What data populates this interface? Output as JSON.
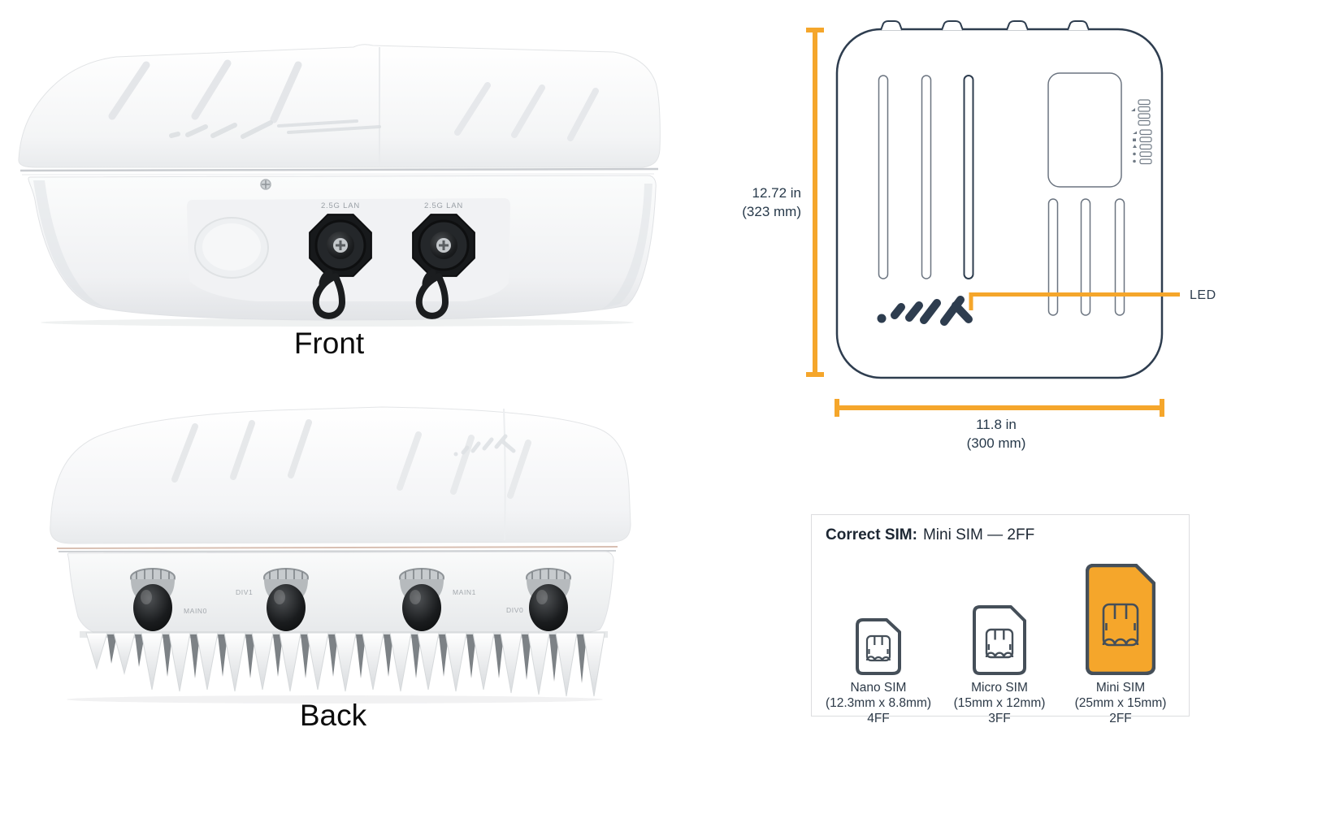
{
  "colors": {
    "accent_orange": "#F5A62B",
    "navy_outline": "#2E3D4F",
    "sim_card_fill": "#F5A62B"
  },
  "front_view": {
    "caption": "Front",
    "port_labels": [
      "2.5G LAN",
      "2.5G LAN"
    ]
  },
  "back_view": {
    "caption": "Back",
    "port_labels": [
      "MAIN0",
      "DIV1",
      "MAIN1",
      "DIV0"
    ]
  },
  "dimension_diagram": {
    "height_in": "12.72 in",
    "height_mm": "(323 mm)",
    "width_in": "11.8 in",
    "width_mm": "(300 mm)",
    "led_label": "LED"
  },
  "sim_panel": {
    "title_bold": "Correct SIM:",
    "title_rest": "Mini SIM — 2FF",
    "cards": [
      {
        "name": "Nano SIM",
        "dimensions": "(12.3mm x 8.8mm)",
        "form_factor": "4FF",
        "highlighted": false
      },
      {
        "name": "Micro SIM",
        "dimensions": "(15mm x 12mm)",
        "form_factor": "3FF",
        "highlighted": false
      },
      {
        "name": "Mini SIM",
        "dimensions": "(25mm x 15mm)",
        "form_factor": "2FF",
        "highlighted": true
      }
    ]
  }
}
